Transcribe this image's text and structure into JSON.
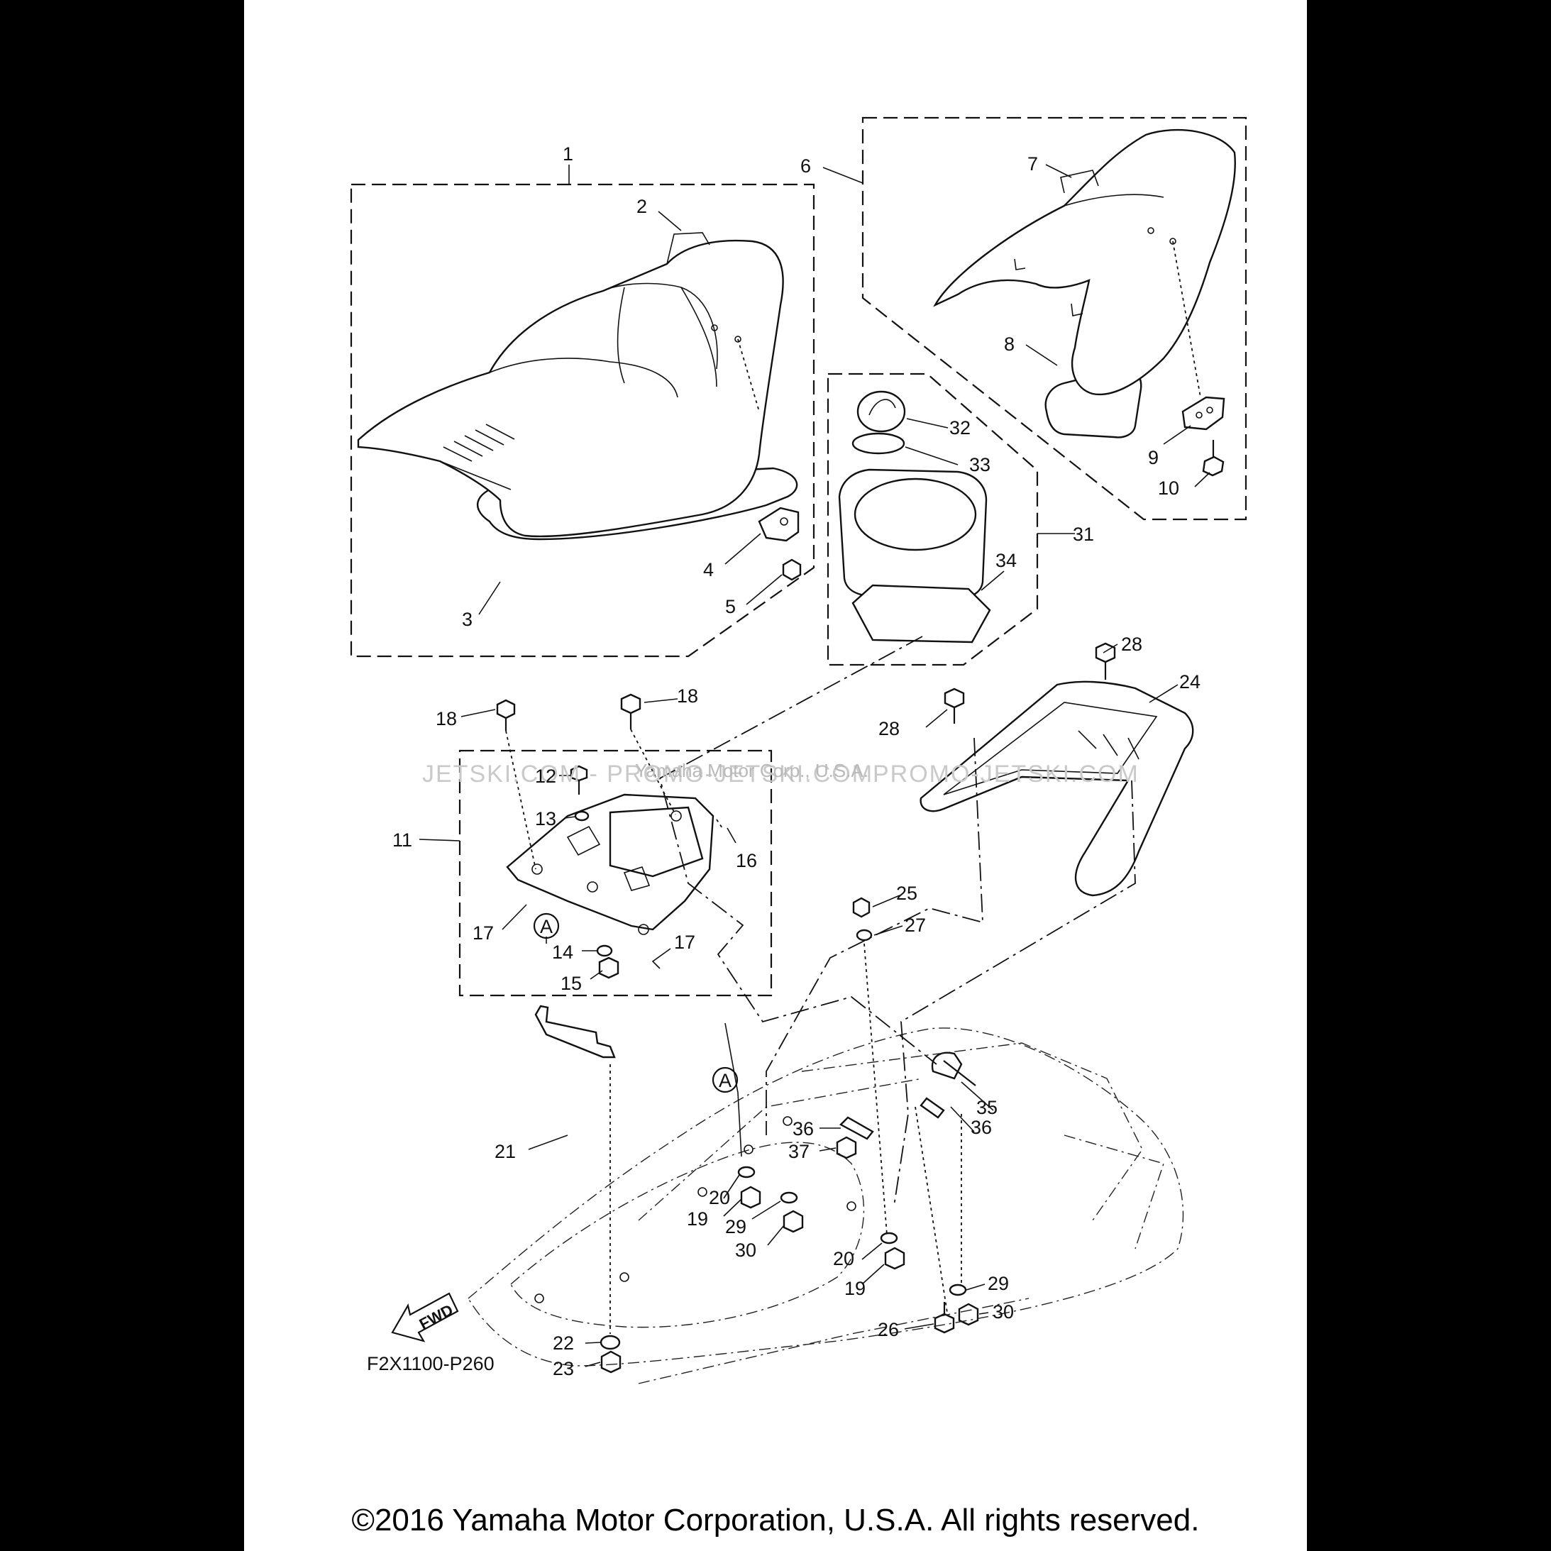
{
  "diagram": {
    "drawing_code": "F2X1100-P260",
    "watermark_left": "JETSKI.COM - PROMO-JETSKI.COM",
    "watermark_center": "Yamaha Motor Corp., U.S.A.",
    "watermark_right": "PROMO-JETSKI.COM",
    "fwd_label": "FWD",
    "reference_mark": "A",
    "callouts": {
      "p1": "1",
      "p2": "2",
      "p3": "3",
      "p4": "4",
      "p5": "5",
      "p6": "6",
      "p7": "7",
      "p8": "8",
      "p9": "9",
      "p10": "10",
      "p11": "11",
      "p12": "12",
      "p13": "13",
      "p14": "14",
      "p15": "15",
      "p16": "16",
      "p17": "17",
      "p18": "18",
      "p19": "19",
      "p20": "20",
      "p21": "21",
      "p22": "22",
      "p23": "23",
      "p24": "24",
      "p25": "25",
      "p26": "26",
      "p27": "27",
      "p28": "28",
      "p29": "29",
      "p30": "30",
      "p31": "31",
      "p32": "32",
      "p33": "33",
      "p34": "34",
      "p35": "35",
      "p36": "36",
      "p37": "37"
    }
  },
  "footer": {
    "copyright": "©2016 Yamaha Motor Corporation, U.S.A. All rights reserved."
  }
}
